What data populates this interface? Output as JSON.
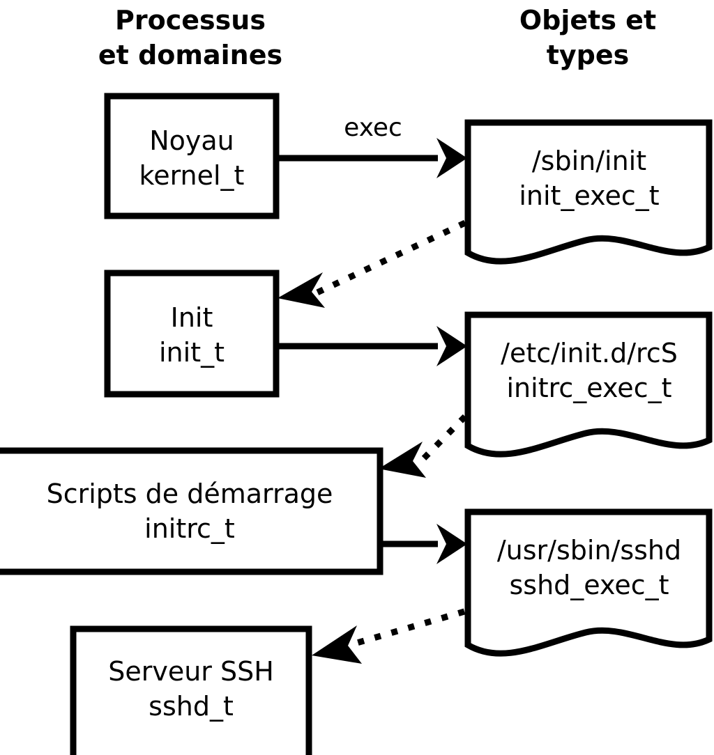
{
  "diagram": {
    "title": "SELinux process domains and object types transition diagram",
    "background_color": "#ffffff",
    "stroke_color": "#000000",
    "columns": [
      {
        "id": "processes",
        "line1": "Processus",
        "line2": "et domaines"
      },
      {
        "id": "objects",
        "line1": "Objets et",
        "line2": "types"
      }
    ],
    "process_nodes": [
      {
        "id": "kernel",
        "line1": "Noyau",
        "line2": "kernel_t",
        "shape": "rectangle"
      },
      {
        "id": "init",
        "line1": "Init",
        "line2": "init_t",
        "shape": "rectangle"
      },
      {
        "id": "initrc",
        "line1": "Scripts de démarrage",
        "line2": "initrc_t",
        "shape": "rectangle"
      },
      {
        "id": "sshd",
        "line1": "Serveur SSH",
        "line2": "sshd_t",
        "shape": "rectangle"
      }
    ],
    "object_nodes": [
      {
        "id": "init_exec",
        "line1": "/sbin/init",
        "line2": "init_exec_t",
        "shape": "document"
      },
      {
        "id": "initrc_exec",
        "line1": "/etc/init.d/rcS",
        "line2": "initrc_exec_t",
        "shape": "document"
      },
      {
        "id": "sshd_exec",
        "line1": "/usr/sbin/sshd",
        "line2": "sshd_exec_t",
        "shape": "document"
      }
    ],
    "edges": [
      {
        "id": "kernel-to-init_exec",
        "from": "kernel",
        "to": "init_exec",
        "style": "solid",
        "label": "exec"
      },
      {
        "id": "init_exec-to-init",
        "from": "init_exec",
        "to": "init",
        "style": "dotted",
        "label": ""
      },
      {
        "id": "init-to-initrc_exec",
        "from": "init",
        "to": "initrc_exec",
        "style": "solid",
        "label": ""
      },
      {
        "id": "initrc_exec-to-initrc",
        "from": "initrc_exec",
        "to": "initrc",
        "style": "dotted",
        "label": ""
      },
      {
        "id": "initrc-to-sshd_exec",
        "from": "initrc",
        "to": "sshd_exec",
        "style": "solid",
        "label": ""
      },
      {
        "id": "sshd_exec-to-sshd",
        "from": "sshd_exec",
        "to": "sshd",
        "style": "dotted",
        "label": ""
      }
    ]
  }
}
